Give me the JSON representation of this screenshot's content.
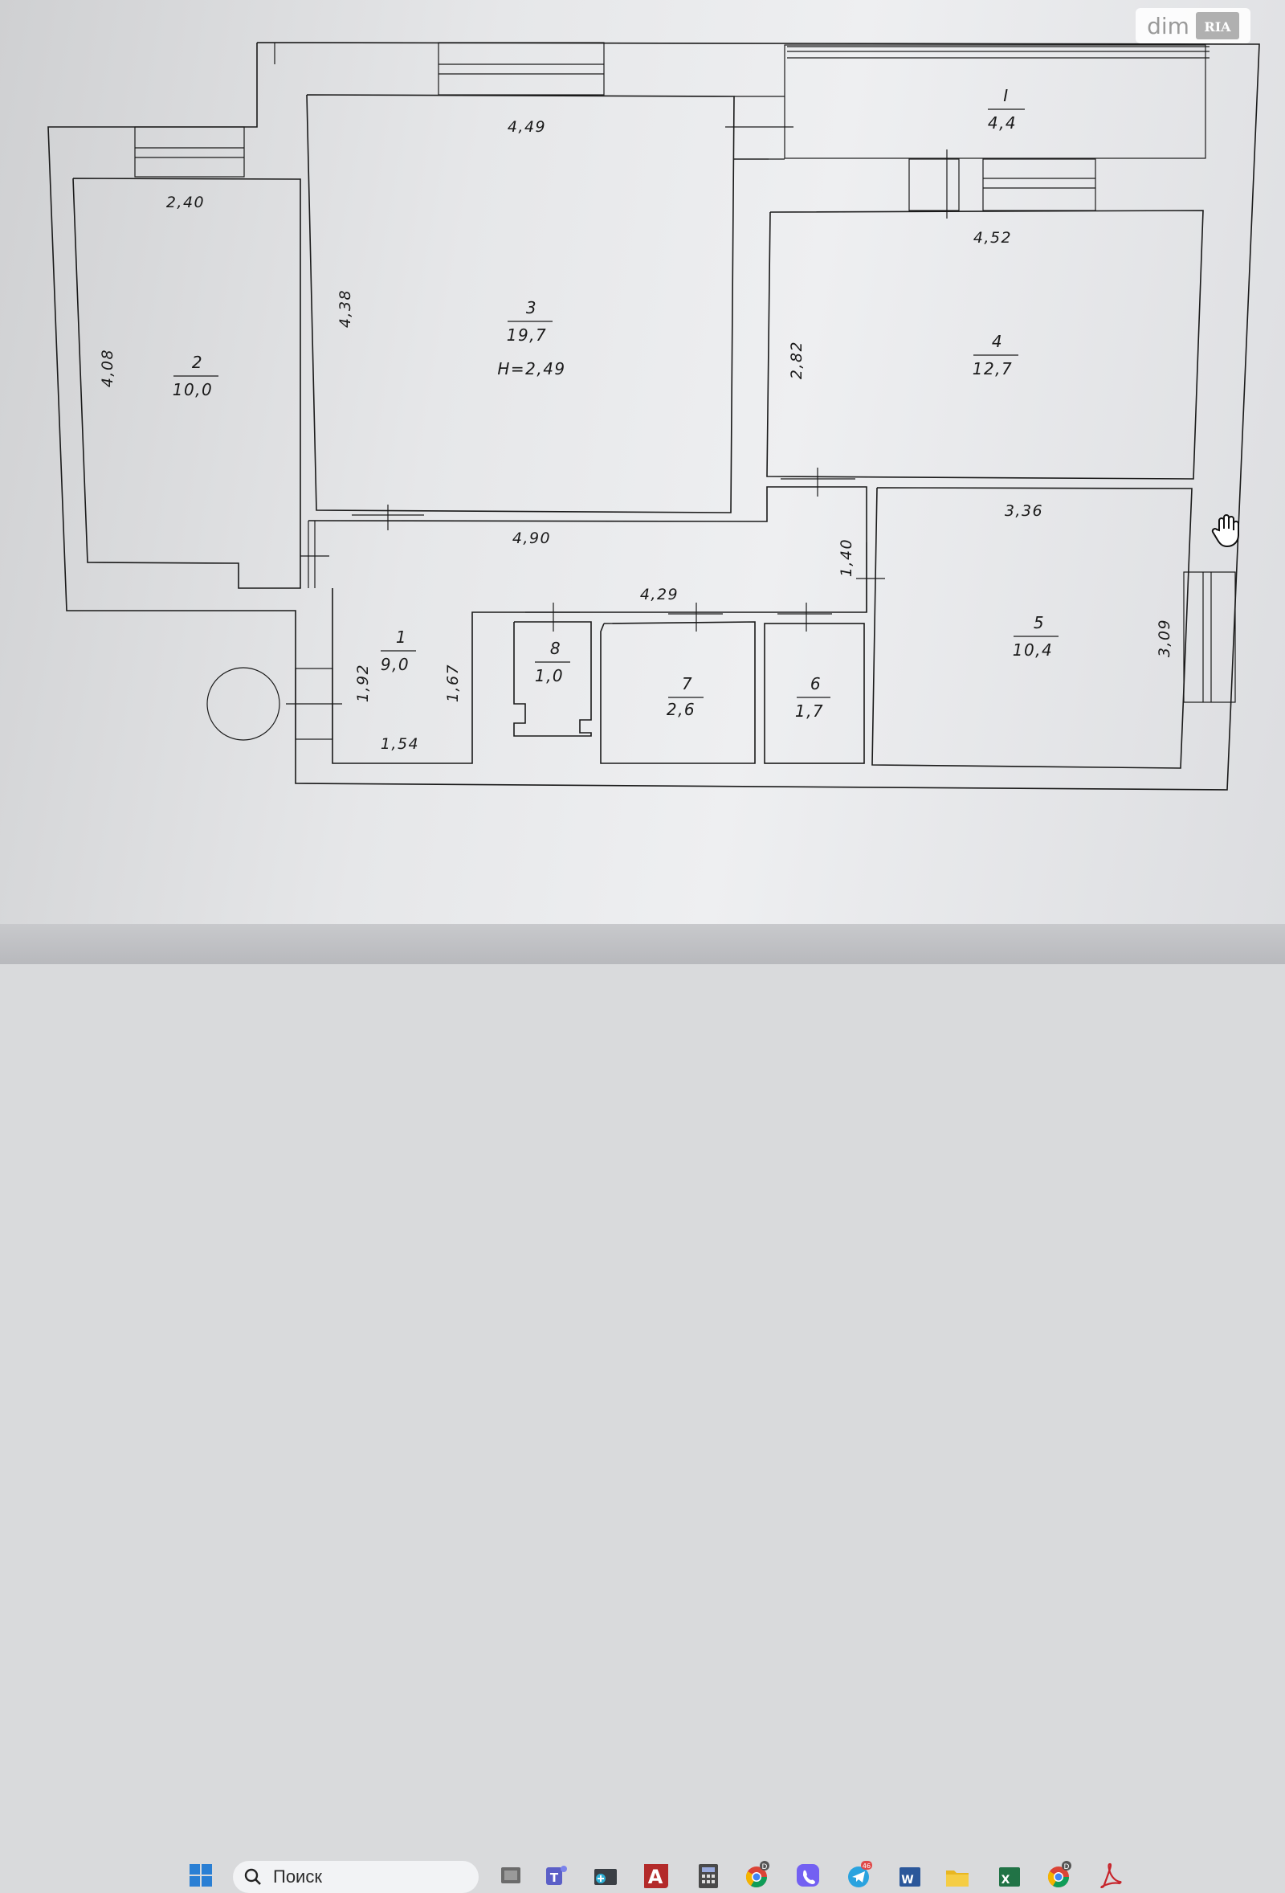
{
  "watermark": {
    "text": "dim",
    "logo_text": "RIA"
  },
  "plan": {
    "ceiling_height": "H=2,49",
    "rooms": [
      {
        "id": "balcony",
        "number": "I",
        "area": "4,4"
      },
      {
        "id": "room2",
        "number": "2",
        "area": "10,0"
      },
      {
        "id": "room3",
        "number": "3",
        "area": "19,7"
      },
      {
        "id": "room4",
        "number": "4",
        "area": "12,7"
      },
      {
        "id": "room1",
        "number": "1",
        "area": "9,0"
      },
      {
        "id": "room8",
        "number": "8",
        "area": "1,0"
      },
      {
        "id": "room7",
        "number": "7",
        "area": "2,6"
      },
      {
        "id": "room6",
        "number": "6",
        "area": "1,7"
      },
      {
        "id": "room5",
        "number": "5",
        "area": "10,4"
      }
    ],
    "dimensions": {
      "r3_top": "4,49",
      "r2_top": "2,40",
      "r3_side": "4,38",
      "r2_side": "4,08",
      "r4_top": "4,52",
      "r4_side": "2,82",
      "r5_top": "3,36",
      "corridor": "4,90",
      "corridor2": "4,29",
      "door_height": "1,40",
      "hall_left": "1,92",
      "hall_right": "1,67",
      "hall_bottom": "1,54",
      "r5_side": "3,09"
    }
  },
  "taskbar": {
    "search_placeholder": "Поиск",
    "telegram_badge": "46",
    "chrome_badge": "D",
    "chrome2_badge": "D",
    "word_letter": "W",
    "excel_letter": "X",
    "autocad_letter": "A",
    "teams_letter": "T"
  },
  "colors": {
    "line": "#1a1a1a",
    "screen": "#e6e7e9",
    "taskbar": "#c0c1c4"
  }
}
